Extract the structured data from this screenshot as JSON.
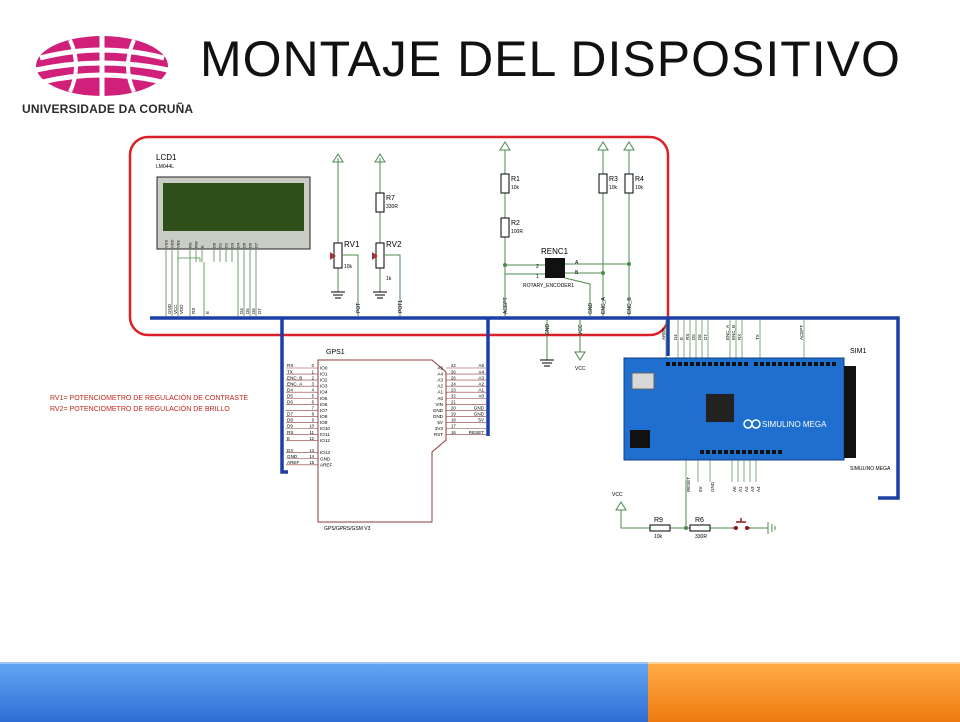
{
  "header": {
    "title": "MONTAJE DEL DISPOSITIVO",
    "university": "UNIVERSIDADE DA CORUÑA"
  },
  "colors": {
    "logo": "#d0207a",
    "bus": "#1b3fa6",
    "highlight": "#dd1f26",
    "wire": "#4d8a4d",
    "board": "#1e6fd0",
    "lcd_screen": "#2f4f1a",
    "footer_blue": "#3a7be0",
    "footer_orange": "#f68b1f"
  },
  "notes": {
    "rv1": "RV1= POTENCIOMETRO DE REGULACIÓN DE CONTRASTE",
    "rv2": "RV2= POTENCIOMETRO DE REGULACIÓN DE BRILLO"
  },
  "lcd": {
    "ref": "LCD1",
    "model": "LM044L",
    "pins": [
      "VSS",
      "VDD",
      "VEE",
      "RS",
      "RW",
      "E",
      "D0",
      "D1",
      "D2",
      "D3",
      "D4",
      "D5",
      "D6",
      "D7"
    ],
    "bus_labels": [
      "GND",
      "VCC",
      "VDD",
      "RS",
      "E",
      "D4",
      "D5",
      "D6",
      "D7"
    ]
  },
  "rv1": {
    "ref": "RV1",
    "value": "10k",
    "net": "POT"
  },
  "rv2": {
    "ref": "RV2",
    "value": "1k",
    "net": "POT1"
  },
  "r7": {
    "ref": "R7",
    "value": "330R"
  },
  "r1": {
    "ref": "R1",
    "value": "10k"
  },
  "r2": {
    "ref": "R2",
    "value": "100R"
  },
  "r3": {
    "ref": "R3",
    "value": "10k"
  },
  "r4": {
    "ref": "R4",
    "value": "10k"
  },
  "encoder": {
    "ref": "RENC1",
    "model": "ROTARY_ENCODER1",
    "nets": [
      "ACEPT",
      "GND",
      "ENC_A",
      "ENC_B"
    ]
  },
  "supply": {
    "gnd": "GND",
    "vcc": "VCC",
    "vcc_label": "VCC"
  },
  "gps": {
    "ref": "GPS1",
    "model": "GPS/GPRS/GSM V3",
    "left_nets": [
      "RX",
      "TX",
      "ENC_B",
      "ENC_A",
      "D4",
      "D5",
      "D6",
      "",
      "D7",
      "D8",
      "D9",
      "RS",
      "E",
      "",
      "D4",
      "GND",
      "AREF"
    ],
    "left_pins": [
      "IO0",
      "IO1",
      "IO2",
      "IO3",
      "IO4",
      "IO5",
      "IO6",
      "IO7",
      "IO8",
      "IO9",
      "IO10",
      "IO11",
      "IO12",
      "",
      "IO13",
      "GND",
      "AREF"
    ],
    "left_nums": [
      "0",
      "1",
      "2",
      "3",
      "4",
      "5",
      "6",
      "7",
      "8",
      "9",
      "10",
      "11",
      "12",
      "",
      "13",
      "14",
      "15"
    ],
    "right_pins": [
      "A5",
      "A4",
      "A3",
      "A2",
      "A1",
      "A0",
      "VIN",
      "GND",
      "GND",
      "5V",
      "3V3",
      "RST"
    ],
    "right_nums": [
      "22",
      "26",
      "26",
      "24",
      "23",
      "32",
      "21",
      "20",
      "19",
      "18",
      "17",
      "16"
    ],
    "right_nets": [
      "A5",
      "A4",
      "A3",
      "A2",
      "A1",
      "A0",
      "",
      "GND",
      "GND",
      "5V",
      "",
      "RESET"
    ]
  },
  "sim": {
    "ref": "SIM1",
    "name": "SIMULINO MEGA",
    "label": "SIMULINO MEGA",
    "top_nets": [
      "AREF",
      "D4",
      "E",
      "RS",
      "D5",
      "D6",
      "D7",
      "ENC_A",
      "ENC_B",
      "RX",
      "TX",
      "ACEPT"
    ],
    "bottom_nets": [
      "RESET",
      "5V",
      "GND",
      "A0",
      "A1",
      "A2",
      "A3",
      "A4"
    ]
  },
  "reset_circuit": {
    "vcc": "VCC",
    "r9": {
      "ref": "R9",
      "value": "10k"
    },
    "r6": {
      "ref": "R6",
      "value": "330R"
    }
  }
}
